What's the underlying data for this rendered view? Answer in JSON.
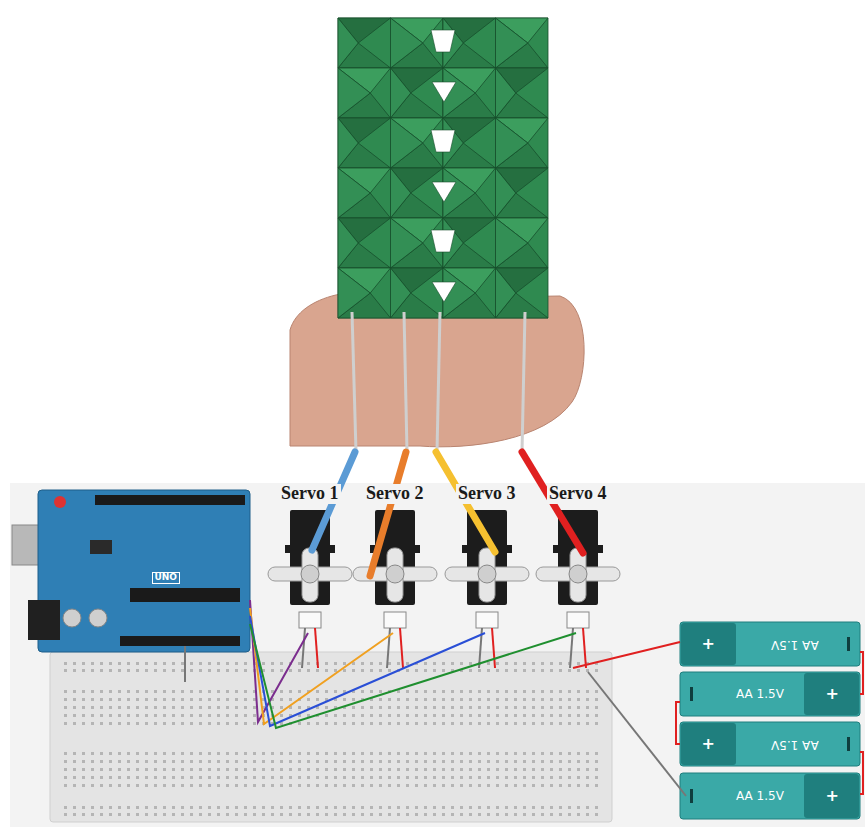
{
  "diagram": {
    "nodes": [
      {
        "text": [
          "UNO"
        ]
      },
      {
        "text": [
          "Servo 1"
        ]
      },
      {
        "text": [
          "Servo 2"
        ]
      },
      {
        "text": [
          "Servo 3"
        ]
      },
      {
        "text": [
          "Servo 4"
        ]
      },
      {
        "text": [
          "+",
          "AA 1.5V"
        ]
      },
      {
        "text": [
          "+",
          "AA 1.5V"
        ]
      },
      {
        "text": [
          "+",
          "AA 1.5V"
        ]
      },
      {
        "text": [
          "+",
          "AA 1.5V"
        ]
      }
    ],
    "edges": [
      {
        "from": 0,
        "to": 1,
        "arrow": "none"
      },
      {
        "from": 0,
        "to": 2,
        "arrow": "none"
      },
      {
        "from": 0,
        "to": 3,
        "arrow": "none"
      },
      {
        "from": 0,
        "to": 4,
        "arrow": "none"
      }
    ]
  }
}
